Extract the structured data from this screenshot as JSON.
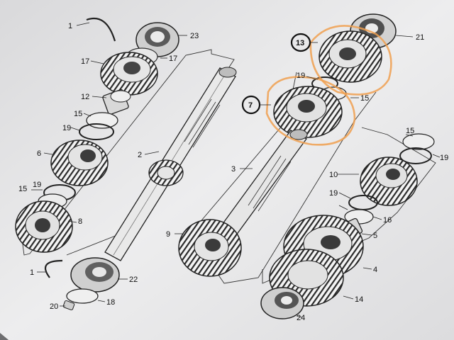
{
  "diagram": {
    "title": "",
    "callouts": {
      "c1_top": "1",
      "c1_bottom": "1",
      "c2": "2",
      "c3": "3",
      "c4": "4",
      "c5": "5",
      "c6": "6",
      "c7": "7",
      "c8": "8",
      "c9": "9",
      "c10": "10",
      "c12": "12",
      "c13": "13",
      "c14": "14",
      "c15_a": "15",
      "c15_b": "15",
      "c15_c": "15",
      "c15_d": "15",
      "c16": "16",
      "c17_a": "17",
      "c17_b": "17",
      "c18": "18",
      "c19_a": "19",
      "c19_b": "19",
      "c19_c": "19",
      "c19_d": "19",
      "c19_e": "19",
      "c20": "20",
      "c21": "21",
      "c22": "22",
      "c23": "23",
      "c24": "24"
    },
    "highlight_color": "#f0a050",
    "circle_marks": [
      "7",
      "13"
    ]
  }
}
